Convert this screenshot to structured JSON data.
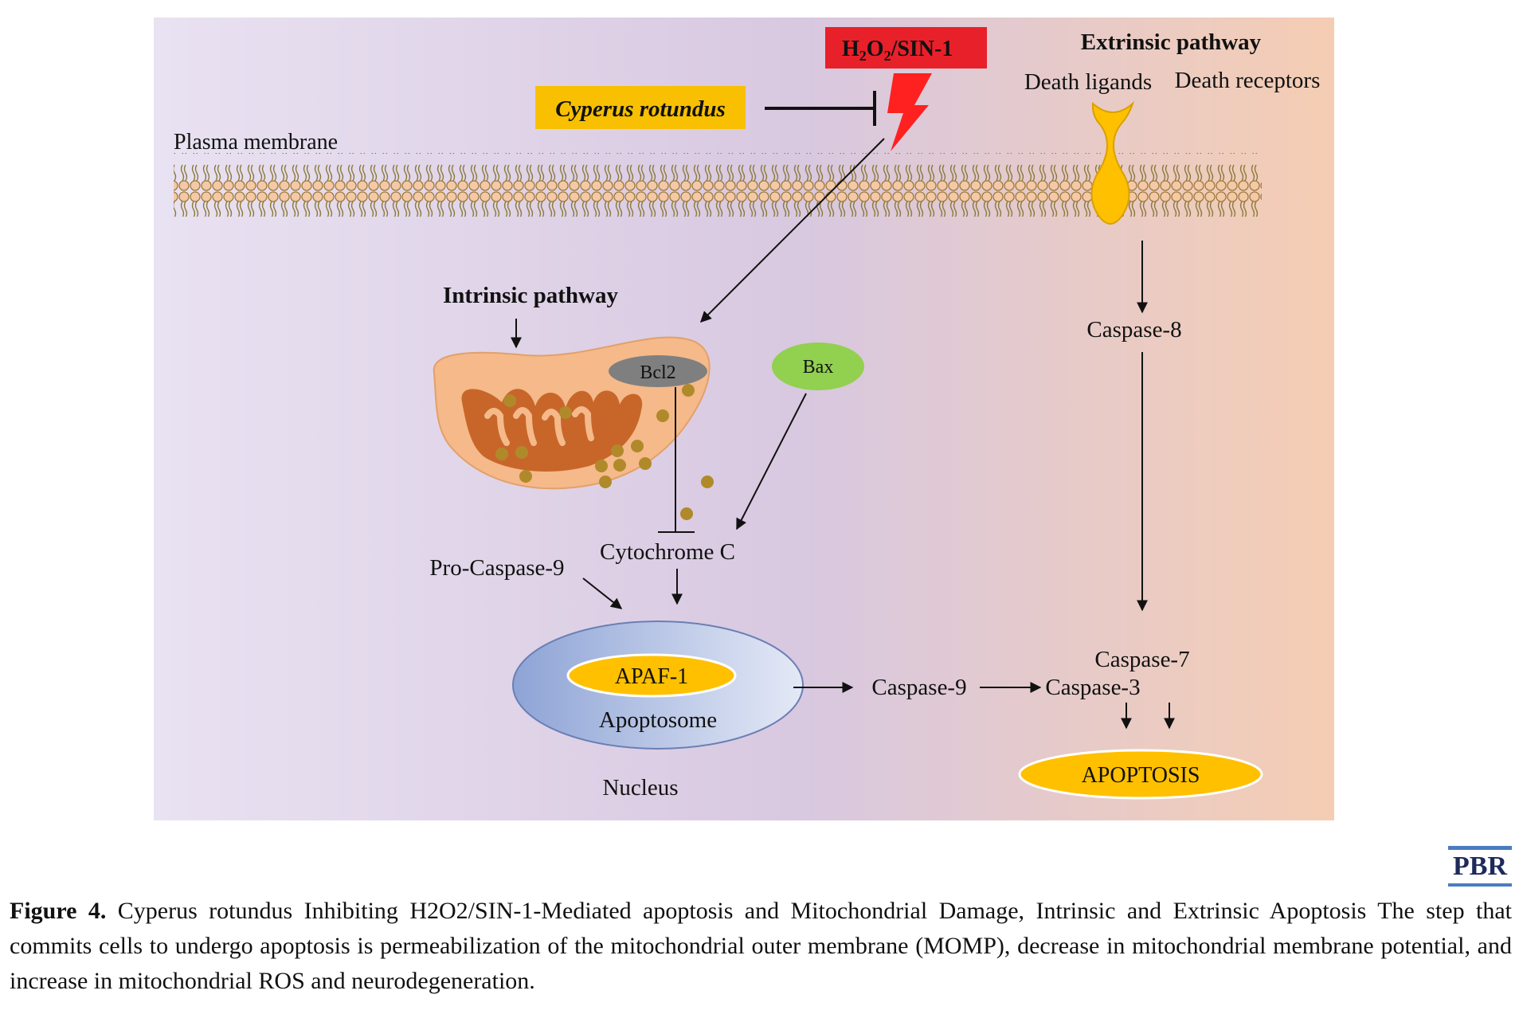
{
  "diagram": {
    "stressor": {
      "h2o2_main": "H",
      "h2o2_sub1": "2",
      "h2o2_mid": "O",
      "h2o2_sub2": "2",
      "h2o2_suffix": "/SIN-1"
    },
    "inhibitor_label": "Cyperus rotundus",
    "plasma_membrane_label": "Plasma membrane",
    "extrinsic_title": "Extrinsic pathway",
    "death_ligands": "Death ligands",
    "death_receptors": "Death receptors",
    "intrinsic_title": "Intrinsic pathway",
    "bcl2": "Bcl2",
    "bax": "Bax",
    "cytochrome_c": "Cytochrome  C",
    "pro_caspase9": "Pro-Caspase-9",
    "apaf1": "APAF-1",
    "apoptosome": "Apoptosome",
    "nucleus": "Nucleus",
    "caspase8": "Caspase-8",
    "caspase9": "Caspase-9",
    "caspase7": "Caspase-7",
    "caspase3": "Caspase-3",
    "apoptosis": "APOPTOSIS",
    "colors": {
      "stress_box": "#e8202a",
      "inhibitor_box": "#f8c000",
      "mitochondria_outer": "#f5b98a",
      "mitochondria_inner": "#c8662a",
      "bcl2": "#7f7f7f",
      "bax": "#92d050",
      "apaf1": "#ffc000",
      "apoptosome": "#9db0d9",
      "receptor": "#ffc000"
    }
  },
  "logo": "PBR",
  "caption": {
    "label": "Figure 4.",
    "text": " Cyperus rotundus Inhibiting H2O2/SIN-1-Mediated apoptosis and Mitochondrial Damage, Intrinsic and Extrinsic Apoptosis The step that commits cells to undergo apoptosis is permeabilization of the mitochondrial outer membrane (MOMP), decrease in mitochondrial membrane potential, and increase in mitochondrial ROS and neurodegeneration."
  }
}
